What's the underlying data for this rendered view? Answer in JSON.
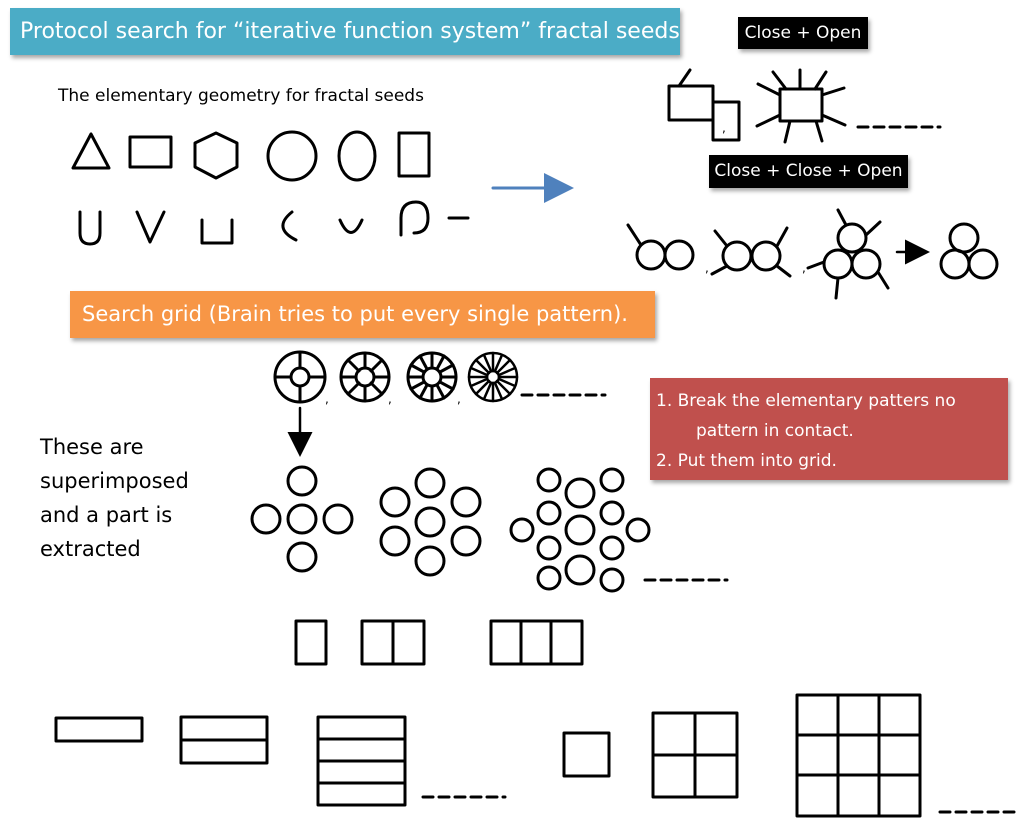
{
  "title": "Protocol search for “iterative function system” fractal seeds",
  "subtitle": "The elementary geometry for fractal seeds",
  "labels": {
    "close_open": "Close + Open",
    "close_close_open": "Close + Close + Open"
  },
  "search_grid": "Search grid (Brain tries to put every single pattern).",
  "instructions": {
    "step1_line1": "1. Break the elementary patters no",
    "step1_line2": "pattern in contact.",
    "step2": "2. Put them into grid."
  },
  "side_note": [
    "These are",
    "superimposed",
    "and a part is",
    "extracted"
  ],
  "colors": {
    "title_bg": "#4bacc6",
    "search_bg": "#f79646",
    "instructions_bg": "#c0504d",
    "arrow": "#4f81bd"
  }
}
